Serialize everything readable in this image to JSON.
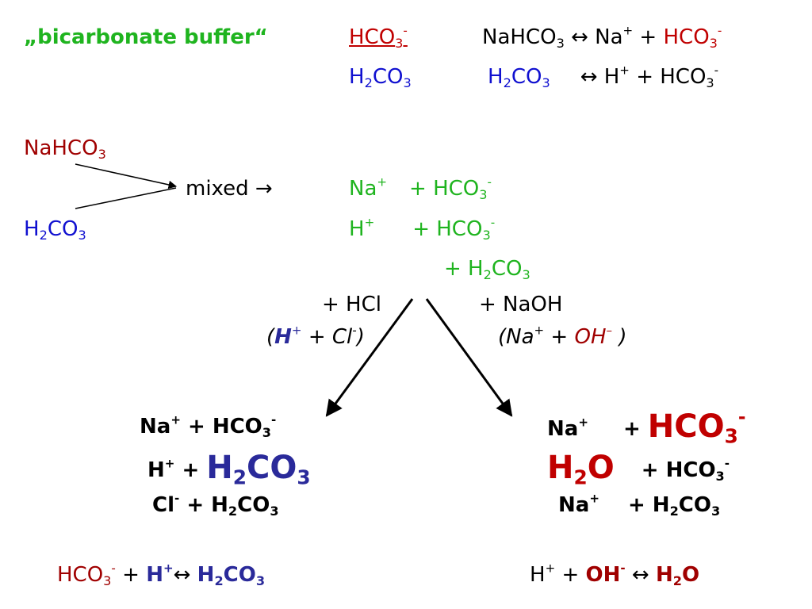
{
  "title": "„bicarbonate buffer“",
  "top": {
    "hco3": "HCO",
    "hco3_sub": "3",
    "hco3_sup": "-",
    "h2co3": "H",
    "h2co3_sub": "2",
    "h2co3_rest": "CO",
    "h2co3_sub2": "3",
    "eq1_left": "NaHCO",
    "eq1_sub": "3",
    "eq1_arrow": " ↔ Na",
    "eq1_sup": "+",
    "eq1_plus": " + ",
    "eq1_right": "HCO",
    "eq1_right_sub": "3",
    "eq1_right_sup": "-",
    "eq2_left": "H",
    "eq2_sub": "2",
    "eq2_mid": "CO",
    "eq2_sub2": "3",
    "eq2_arrow": "↔ H",
    "eq2_sup": "+",
    "eq2_plus": " + HCO",
    "eq2_sub3": "3",
    "eq2_sup2": "-"
  },
  "mix": {
    "nahco3": "NaHCO",
    "nahco3_sub": "3",
    "h2co3": "H",
    "h2co3_sub": "2",
    "h2co3_rest": "CO",
    "h2co3_sub2": "3",
    "mixed": "mixed →",
    "row1_a": "Na",
    "row1_a_sup": "+",
    "row1_b": "+ HCO",
    "row1_b_sub": "3",
    "row1_b_sup": "-",
    "row2_a": "H",
    "row2_a_sup": "+",
    "row2_b": "+ HCO",
    "row2_b_sub": "3",
    "row2_b_sup": "-",
    "row3": "+ H",
    "row3_sub": "2",
    "row3_rest": "CO",
    "row3_sub2": "3"
  },
  "reagents": {
    "hcl": "+ HCl",
    "hcl_ions_open": "(",
    "hcl_h": "H",
    "hcl_h_sup": "+",
    "hcl_cl": " + Cl",
    "hcl_cl_sup": "-",
    "hcl_close": ")",
    "naoh": "+ NaOH",
    "naoh_ions_open": "(Na",
    "naoh_na_sup": "+",
    "naoh_plus": " + ",
    "naoh_oh": "OH",
    "naoh_oh_sup": "–",
    "naoh_close": " )"
  },
  "left_result": {
    "r1_a": "Na",
    "r1_a_sup": "+",
    "r1_b": " + HCO",
    "r1_b_sub": "3",
    "r1_b_sup": "-",
    "r2_a": "H",
    "r2_a_sup": "+",
    "r2_plus": " + ",
    "r2_big": "H",
    "r2_big_sub": "2",
    "r2_big_rest": "CO",
    "r2_big_sub2": "3",
    "r3_a": "Cl",
    "r3_a_sup": "-",
    "r3_b": " + H",
    "r3_b_sub": "2",
    "r3_b_rest": "CO",
    "r3_b_sub2": "3"
  },
  "right_result": {
    "r1_a": "Na",
    "r1_a_sup": "+",
    "r1_plus": "+ ",
    "r1_big": "HCO",
    "r1_big_sub": "3",
    "r1_big_sup": "-",
    "r2_big": "H",
    "r2_big_sub": "2",
    "r2_big_rest": "O",
    "r2_b": "+ HCO",
    "r2_b_sub": "3",
    "r2_b_sup": "-",
    "r3_a": "Na",
    "r3_a_sup": "+",
    "r3_b": "+ H",
    "r3_b_sub": "2",
    "r3_b_rest": "CO",
    "r3_b_sub2": "3"
  },
  "bottom": {
    "l_a": "HCO",
    "l_a_sub": "3",
    "l_a_sup": "-",
    "l_plus": " + ",
    "l_h": "H",
    "l_h_sup": "+",
    "l_arrow": "↔ ",
    "l_r": "H",
    "l_r_sub": "2",
    "l_r_rest": "CO",
    "l_r_sub2": "3",
    "r_a": "H",
    "r_a_sup": "+",
    "r_plus": " + ",
    "r_oh": "OH",
    "r_oh_sup": "-",
    "r_arrow": " ↔ ",
    "r_w": "H",
    "r_w_sub": "2",
    "r_w_rest": "O"
  },
  "colors": {
    "green": "#1fb41f",
    "red": "#c00000",
    "blue": "#1010d0",
    "dark_red": "#a00000",
    "navy": "#2a2a9a"
  }
}
